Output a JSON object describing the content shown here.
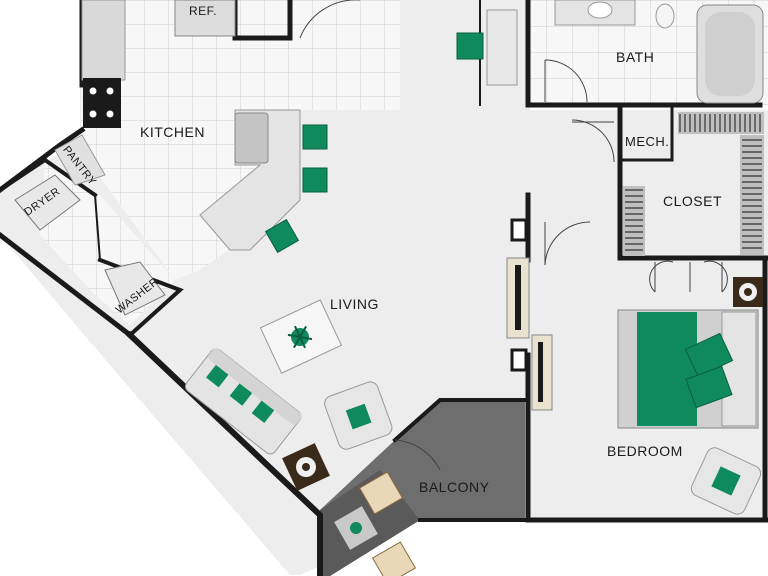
{
  "floorplan": {
    "rooms": {
      "kitchen": "KITCHEN",
      "living": "LIVING",
      "bath": "BATH",
      "mech": "MECH.",
      "closet": "CLOSET",
      "bedroom": "BEDROOM",
      "balcony": "BALCONY",
      "pantry": "PANTRY",
      "dryer": "DRYER",
      "washer": "WASHER",
      "ref": "REF."
    },
    "colors": {
      "wall": "#1c1c1c",
      "floor": "#f0f0f0",
      "tile_grid": "#cfcfcf",
      "accent_green": "#0e8a5c",
      "balcony_floor": "#6b6b6b",
      "furniture": "#dcdcdc"
    }
  }
}
